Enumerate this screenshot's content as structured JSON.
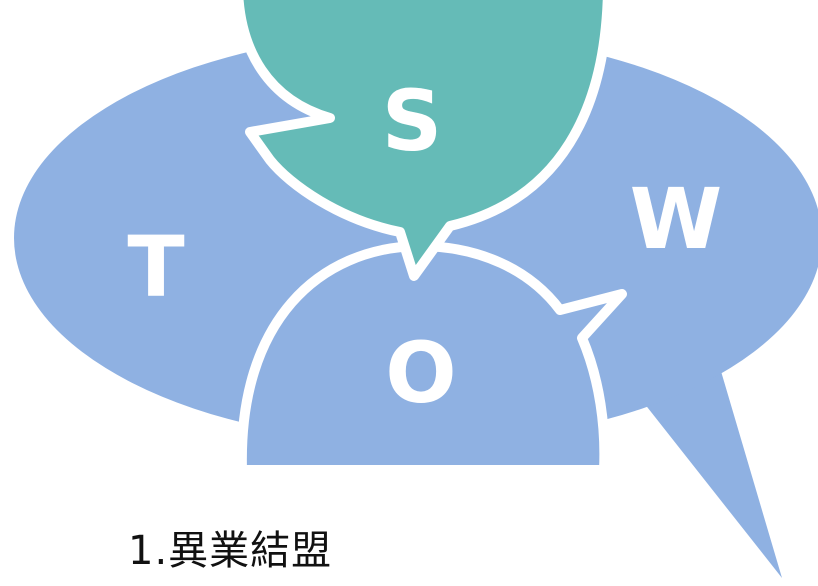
{
  "colors": {
    "main_bubble": "#8fb1e2",
    "s_bubble": "#65bbb7",
    "o_bubble": "#8fb1e2",
    "outline": "#ffffff",
    "letter": "#ffffff",
    "caption_text": "#111111"
  },
  "labels": {
    "s": "S",
    "w": "W",
    "o": "O",
    "t": "T"
  },
  "caption": "1.異業結盟"
}
